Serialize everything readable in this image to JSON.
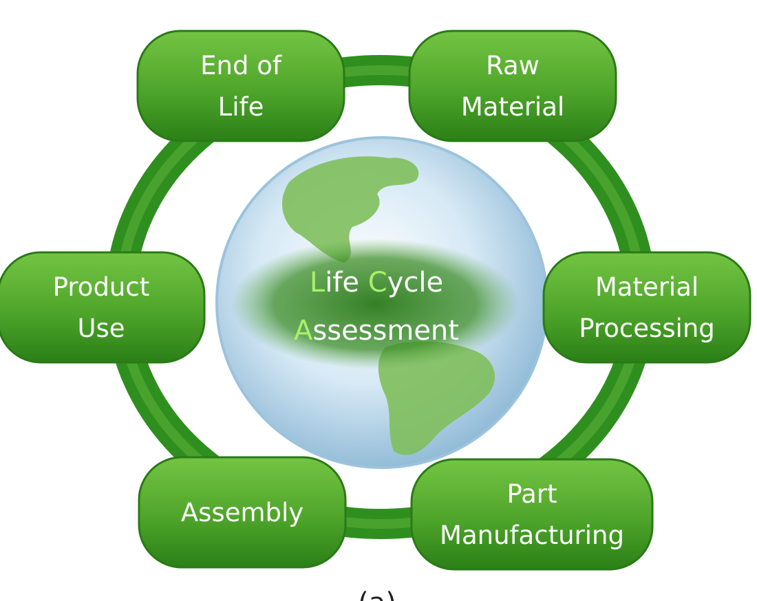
{
  "colors": {
    "ring": "#2f8f1e",
    "pill_light": "#6cbf3a",
    "pill_dark": "#2b7f17",
    "globe_water": "#bcd9ec",
    "land": "#7fbf5c",
    "center_band": "#2f7f1f",
    "accent_letter": "#a8f06a"
  },
  "center": {
    "line1": {
      "first_letter": "L",
      "rest1": "ife ",
      "second_letter": "C",
      "rest2": "ycle"
    },
    "line2": {
      "first_letter": "A",
      "rest": "ssessment"
    }
  },
  "stages": [
    {
      "id": "raw-material",
      "lines": [
        "Raw",
        "Material"
      ]
    },
    {
      "id": "material-processing",
      "lines": [
        "Material",
        "Processing"
      ]
    },
    {
      "id": "part-manufacturing",
      "lines": [
        "Part",
        "Manufacturing"
      ]
    },
    {
      "id": "assembly",
      "lines": [
        "Assembly"
      ]
    },
    {
      "id": "product-use",
      "lines": [
        "Product",
        "Use"
      ]
    },
    {
      "id": "end-of-life",
      "lines": [
        "End of",
        "Life"
      ]
    }
  ],
  "caption": "(a)"
}
